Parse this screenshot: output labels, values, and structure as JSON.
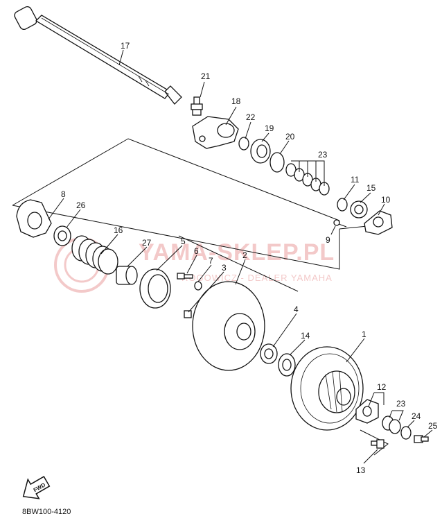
{
  "diagram": {
    "callouts": [
      {
        "id": "17",
        "label": "17"
      },
      {
        "id": "21",
        "label": "21"
      },
      {
        "id": "18",
        "label": "18"
      },
      {
        "id": "22",
        "label": "22"
      },
      {
        "id": "19",
        "label": "19"
      },
      {
        "id": "20",
        "label": "20"
      },
      {
        "id": "23a",
        "label": "23"
      },
      {
        "id": "11",
        "label": "11"
      },
      {
        "id": "15",
        "label": "15"
      },
      {
        "id": "10",
        "label": "10"
      },
      {
        "id": "9",
        "label": "9"
      },
      {
        "id": "8",
        "label": "8"
      },
      {
        "id": "26",
        "label": "26"
      },
      {
        "id": "16",
        "label": "16"
      },
      {
        "id": "27",
        "label": "27"
      },
      {
        "id": "5",
        "label": "5"
      },
      {
        "id": "6",
        "label": "6"
      },
      {
        "id": "7",
        "label": "7"
      },
      {
        "id": "3",
        "label": "3"
      },
      {
        "id": "2",
        "label": "2"
      },
      {
        "id": "4",
        "label": "4"
      },
      {
        "id": "14",
        "label": "14"
      },
      {
        "id": "1",
        "label": "1"
      },
      {
        "id": "12",
        "label": "12"
      },
      {
        "id": "23b",
        "label": "23"
      },
      {
        "id": "24",
        "label": "24"
      },
      {
        "id": "25",
        "label": "25"
      },
      {
        "id": "13",
        "label": "13"
      }
    ],
    "diagram_code": "8BW100-4120",
    "fwd_label": "FWD"
  },
  "watermark": {
    "main": "YAMA-SKLEP.PL",
    "sub": "ROGOWICZ - DEALER YAMAHA",
    "color": "#f3c9c9"
  }
}
